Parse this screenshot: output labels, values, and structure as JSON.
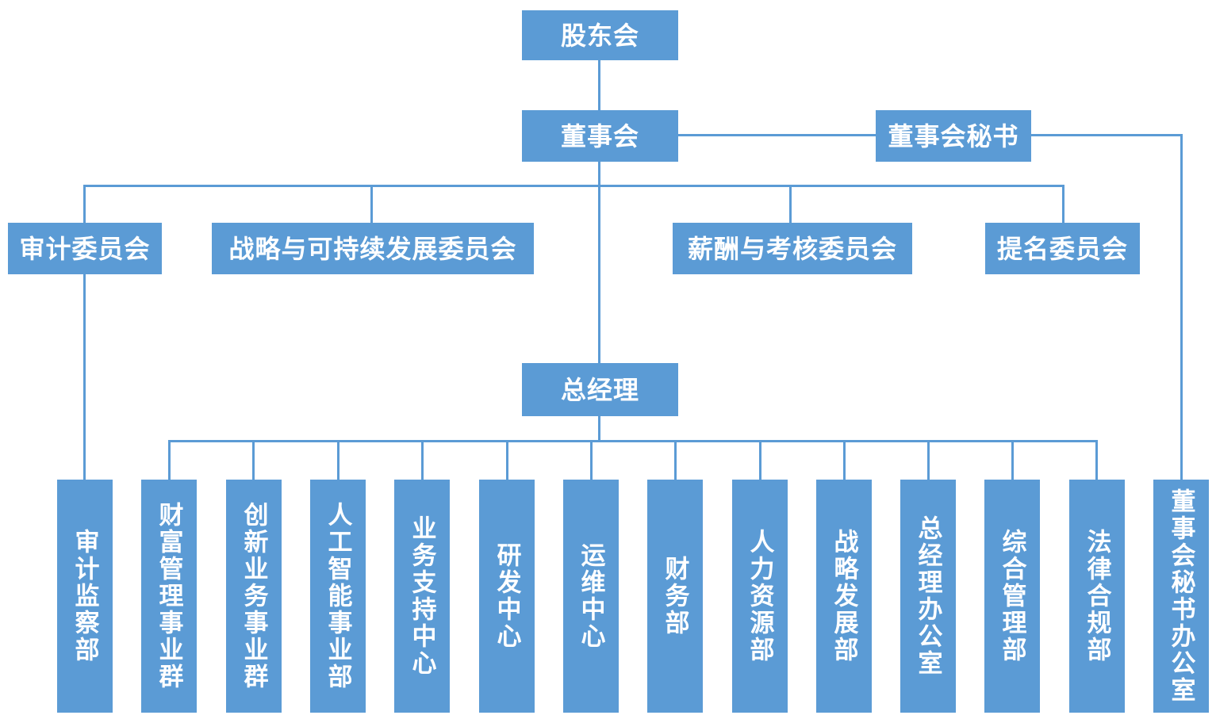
{
  "org": {
    "shareholders": "股东会",
    "board": "董事会",
    "board_secretary": "董事会秘书",
    "committees": [
      "审计委员会",
      "战略与可持续发展委员会",
      "薪酬与考核委员会",
      "提名委员会"
    ],
    "general_manager": "总经理",
    "departments": [
      "审计监察部",
      "财富管理事业群",
      "创新业务事业群",
      "人工智能事业部",
      "业务支持中心",
      "研发中心",
      "运维中心",
      "财务部",
      "人力资源部",
      "战略发展部",
      "总经理办公室",
      "综合管理部",
      "法律合规部",
      "董事会秘书办公室"
    ]
  },
  "colors": {
    "box_fill": "#5B9BD5",
    "connector_line": "#5B9BD5",
    "text": "#FFFFFF",
    "background": "#FFFFFF"
  }
}
